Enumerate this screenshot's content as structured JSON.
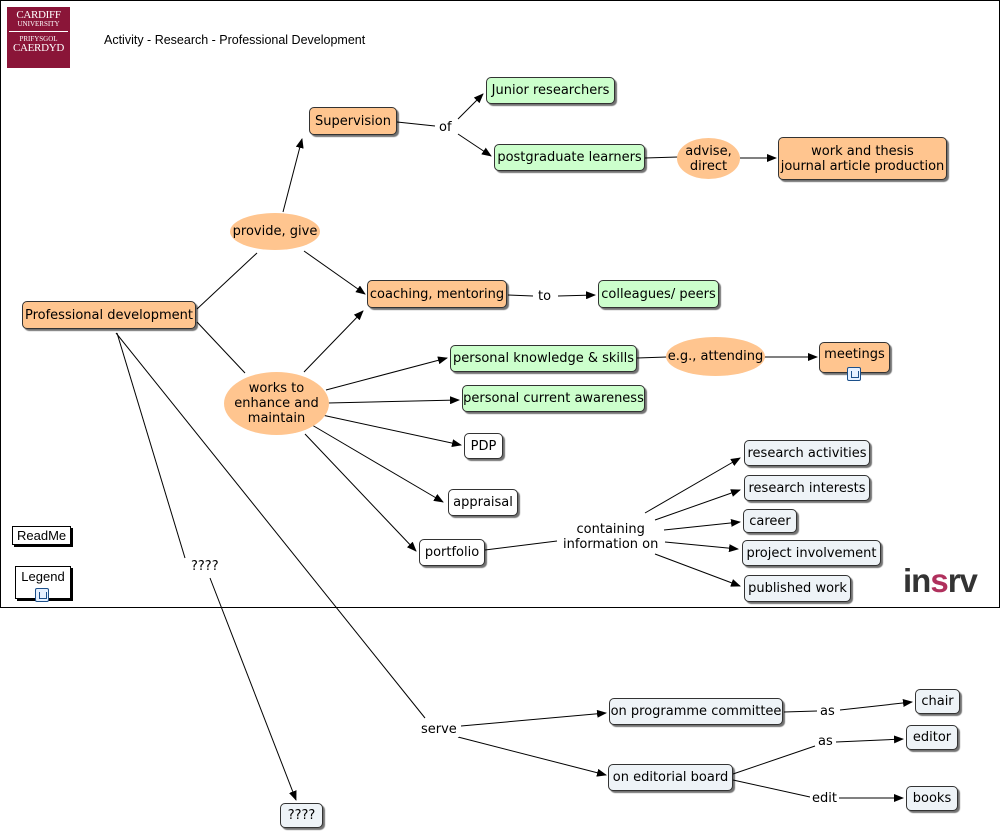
{
  "header": {
    "title": "Activity - Research - Professional Development",
    "logo": {
      "line1": "CARDIFF",
      "line2": "UNIVERSITY",
      "line3": "PRIFYSGOL",
      "line4": "CAERDYD",
      "color": "#8a1538"
    },
    "brand": {
      "part1": "in",
      "accent": "s",
      "part2": "rv",
      "accent_color": "#b0305d"
    }
  },
  "buttons": {
    "readme": "ReadMe",
    "legend": "Legend"
  },
  "colors": {
    "concept_orange": "#ffc58f",
    "concept_green": "#ccffcc",
    "concept_blue": "#eef3f7",
    "linking_oval": "#ffc58f"
  },
  "concepts": {
    "professional_development": "Professional development",
    "supervision": "Supervision",
    "junior_researchers": "Junior researchers",
    "postgraduate_learners": "postgraduate learners",
    "work_thesis": "work and thesis\njournal article production",
    "coaching": "coaching, mentoring",
    "colleagues": "colleagues/ peers",
    "personal_knowledge": "personal knowledge & skills",
    "meetings": "meetings",
    "current_awareness": "personal current awareness",
    "pdp": "PDP",
    "appraisal": "appraisal",
    "portfolio": "portfolio",
    "research_activities": "research activities",
    "research_interests": "research interests",
    "career": "career",
    "project_involvement": "project involvement",
    "published_work": "published work",
    "programme_committee": "on programme committee",
    "editorial_board": "on editorial board",
    "chair": "chair",
    "editor": "editor",
    "books": "books",
    "unknown_node": "????"
  },
  "links": {
    "provide_give": "provide, give",
    "works_to": "works to\nenhance and\nmaintain",
    "advise_direct": "advise,\ndirect",
    "eg_attending": "e.g., attending",
    "of": "of",
    "to": "to",
    "containing": "containing\ninformation on",
    "serve": "serve",
    "as_chair": "as",
    "as_editor": "as",
    "edit": "edit",
    "unknown_link": "????"
  }
}
